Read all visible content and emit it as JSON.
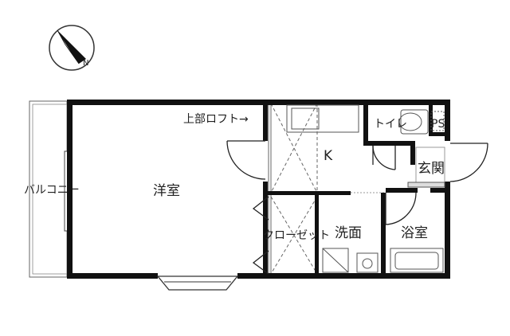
{
  "rooms": {
    "western_room": "洋室",
    "kitchen": "K",
    "closet": "クローゼット",
    "washroom": "洗面",
    "bathroom": "浴室",
    "toilet": "トイレ",
    "entrance": "玄関",
    "pipe_space": "PS",
    "balcony": "バルコニー",
    "loft_note": "上部ロフト→"
  },
  "compass": {
    "north_label": "N"
  },
  "colors": {
    "wall": "#111111",
    "line": "#666666",
    "background": "#ffffff"
  }
}
